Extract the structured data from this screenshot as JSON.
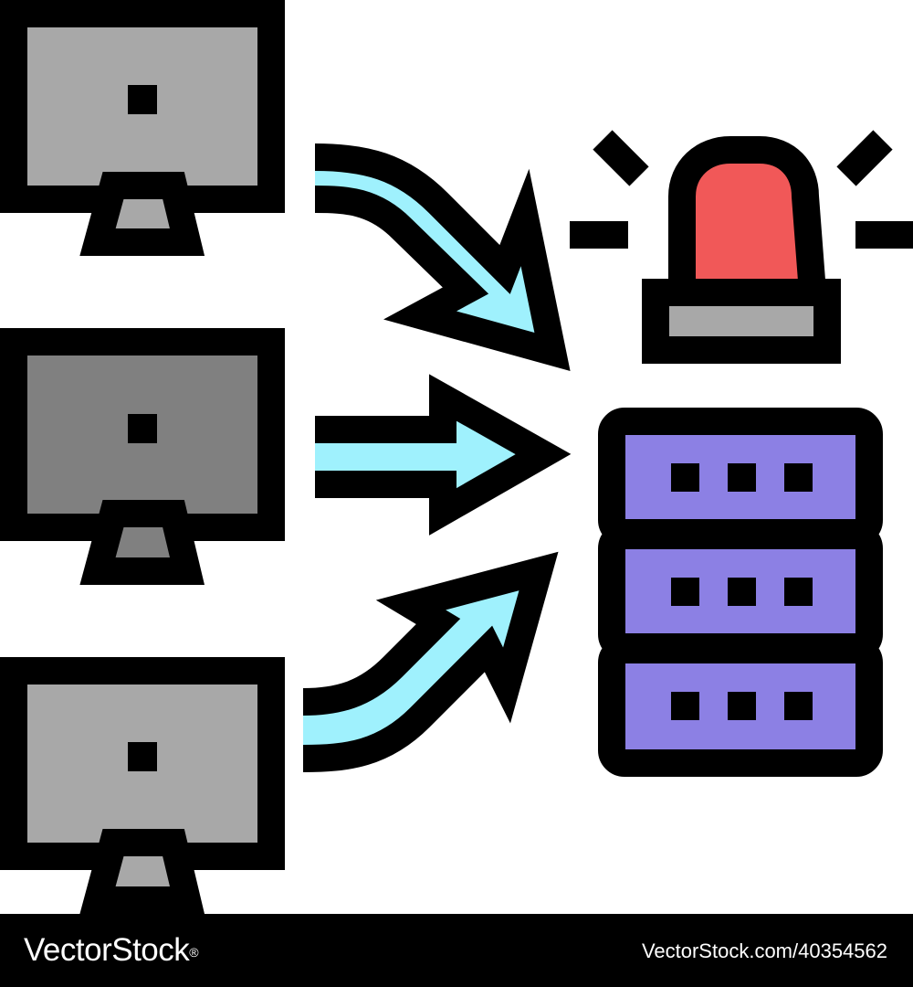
{
  "icon": {
    "subject": "network traffic monitoring alert",
    "colors": {
      "outline": "#000000",
      "monitor_light": "#a8a8a8",
      "monitor_dark": "#808080",
      "arrow_fill": "#9ff1fd",
      "siren_light": "#f15858",
      "siren_base": "#a8a8a8",
      "server_unit": "#8c80e4"
    }
  },
  "watermark": {
    "brand": "VectorStock",
    "brand_mark": "®",
    "image_id": "VectorStock.com/40354562"
  }
}
